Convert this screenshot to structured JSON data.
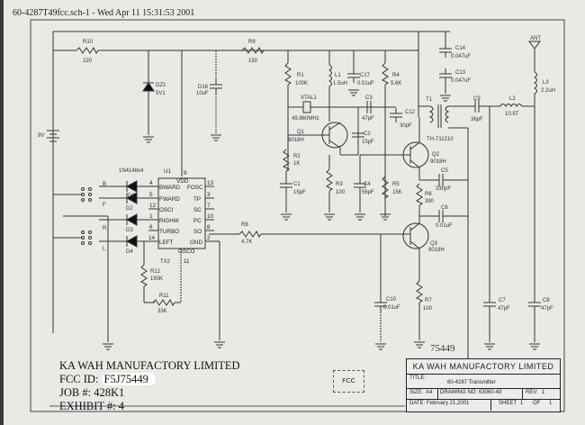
{
  "header": {
    "text": "60-4287T49fcc.sch-1 - Wed Apr 11 15:31:53 2001"
  },
  "components": {
    "R10": {
      "ref": "R10",
      "value": "220"
    },
    "DZ1": {
      "ref": "DZ1",
      "value": "5V1"
    },
    "D16": {
      "ref": "D16",
      "value": "10uF"
    },
    "battery": {
      "value": "9V"
    },
    "R9": {
      "ref": "R9",
      "value": "150"
    },
    "R1": {
      "ref": "R1",
      "value": "100K"
    },
    "L1": {
      "ref": "L1",
      "value": "1.5uH"
    },
    "C17": {
      "ref": "C17",
      "value": "0.01uF"
    },
    "R4": {
      "ref": "R4",
      "value": "5.6K"
    },
    "XTAL1": {
      "ref": "XTAL1",
      "value": "49.860MHz"
    },
    "C3": {
      "ref": "C3",
      "value": "47pF"
    },
    "C12": {
      "ref": "C12",
      "value": "30pF"
    },
    "C14": {
      "ref": "C14",
      "value": "0.047uF"
    },
    "C13": {
      "ref": "C13",
      "value": "0.047uF"
    },
    "ANT": {
      "ref": "ANT"
    },
    "L3": {
      "ref": "L3",
      "value": "2.2uH"
    },
    "T1": {
      "ref": "T1",
      "value": "TH-711210"
    },
    "C9": {
      "ref": "C9",
      "value": "36pF"
    },
    "L2": {
      "ref": "L2",
      "value": "10.5T"
    },
    "Q1": {
      "ref": "Q1",
      "value": "9018H"
    },
    "C2": {
      "ref": "C2",
      "value": "15pF"
    },
    "R2": {
      "ref": "R2",
      "value": "1K"
    },
    "C1": {
      "ref": "C1",
      "value": "15pF"
    },
    "R3": {
      "ref": "R3",
      "value": "100"
    },
    "C4": {
      "ref": "C4",
      "value": "56pF"
    },
    "R5": {
      "ref": "R5",
      "value": "15K"
    },
    "Q2": {
      "ref": "Q2",
      "value": "9018H"
    },
    "C5": {
      "ref": "C5",
      "value": "330pF"
    },
    "R6": {
      "ref": "R6",
      "value": "390"
    },
    "C6": {
      "ref": "C6",
      "value": "0.01uF"
    },
    "Q3": {
      "ref": "Q3",
      "value": "9018H"
    },
    "R8": {
      "ref": "R8",
      "value": "4.7K"
    },
    "C10": {
      "ref": "C10",
      "value": "0.01uF"
    },
    "R7": {
      "ref": "R7",
      "value": "100"
    },
    "C7": {
      "ref": "C7",
      "value": "47pF"
    },
    "C8": {
      "ref": "C8",
      "value": "47pF"
    },
    "diodes_part": "1N4148x4",
    "D1": "D1",
    "D2": "D2",
    "D3": "D3",
    "D4": "D4",
    "R12": {
      "ref": "R12",
      "value": "150K"
    },
    "R11": {
      "ref": "R11",
      "value": "33K"
    },
    "TX2": "TX2",
    "sw_B": "B",
    "sw_F": "F",
    "sw_R": "R",
    "sw_L": "L"
  },
  "ic": {
    "ref": "U1",
    "top_label": "VDD",
    "bottom_label": "OSCO",
    "left_pins": [
      {
        "num": "4",
        "name": "BWARD"
      },
      {
        "num": "5",
        "name": "FWARD"
      },
      {
        "num": "12",
        "name": "OSCI"
      },
      {
        "num": "1",
        "name": "RIGHW"
      },
      {
        "num": "6",
        "name": "TURBO"
      },
      {
        "num": "14",
        "name": "LEFT"
      }
    ],
    "right_pins": [
      {
        "num": "13",
        "name": "FOSC"
      },
      {
        "num": "3",
        "name": "TP"
      },
      {
        "num": "7",
        "name": "SC"
      },
      {
        "num": "10",
        "name": "PC"
      },
      {
        "num": "8",
        "name": "SO"
      },
      {
        "num": "2",
        "name": "GND"
      }
    ],
    "vdd_pin": "9",
    "osco_pin": "11"
  },
  "notes": {
    "company": "KA WAH MANUFACTORY LIMITED",
    "fcc_label": "FCC ID:",
    "fcc_value": "F5J75449",
    "job_label": "JOB #:",
    "job_value": "428K1",
    "exhibit_label": "EXHIBIT #:",
    "exhibit_value": "4"
  },
  "fcc_stamp": "FCC",
  "handwritten": "75449",
  "title_block": {
    "company": "KA WAH MANUFACTORY LIMITED",
    "title_label": "TITLE:",
    "title_value": "60-4287 Transmitter",
    "size_label": "SIZE:",
    "size_value": "A4",
    "drawing_label": "DRAWING NO:",
    "drawing_value": "63060-49",
    "rev_label": "REV:",
    "rev_value": "1",
    "date_label": "DATE:",
    "date_value": "February 21,2001",
    "sheet_label": "SHEET",
    "sheet_value": "1",
    "of_label": "OF",
    "of_value": "1"
  }
}
